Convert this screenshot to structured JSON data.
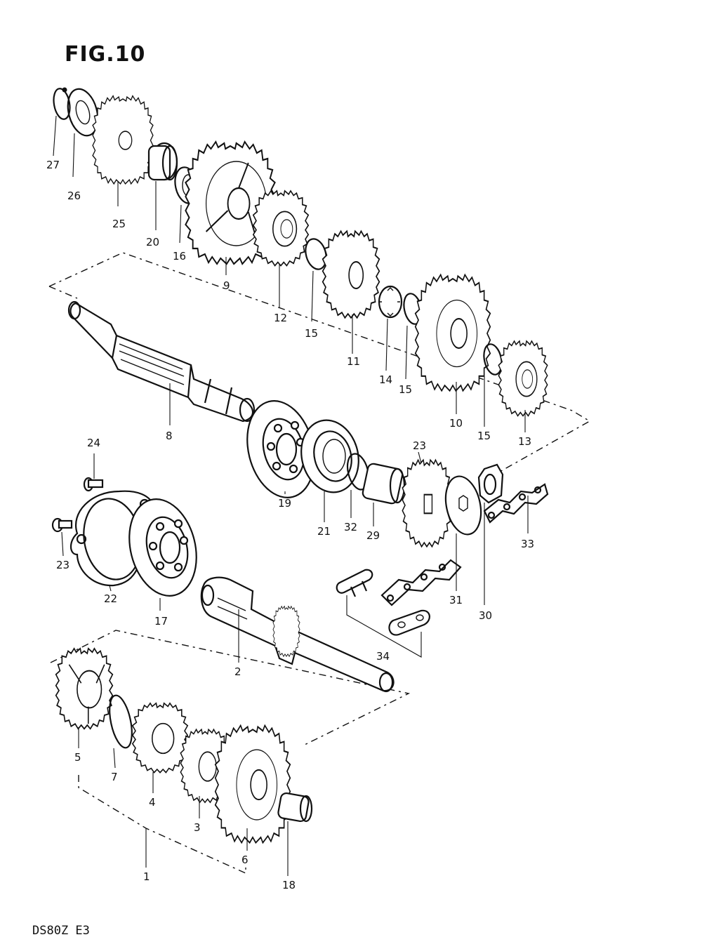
{
  "figure": {
    "title": "FIG.10",
    "model_code": "DS80Z E3"
  },
  "callouts": {
    "c27": "27",
    "c26": "26",
    "c25": "25",
    "c20": "20",
    "c16": "16",
    "c9": "9",
    "c12": "12",
    "c15a": "15",
    "c11": "11",
    "c14": "14",
    "c15b": "15",
    "c10": "10",
    "c15c": "15",
    "c13": "13",
    "c8": "8",
    "c24": "24",
    "c23a": "23",
    "c22": "22",
    "c17": "17",
    "c19": "19",
    "c21": "21",
    "c32": "32",
    "c29": "29",
    "c23b": "23",
    "c31": "31",
    "c30": "30",
    "c33": "33",
    "c34": "34",
    "c2": "2",
    "c5": "5",
    "c7": "7",
    "c4": "4",
    "c3": "3",
    "c6": "6",
    "c18": "18",
    "c1": "1"
  }
}
